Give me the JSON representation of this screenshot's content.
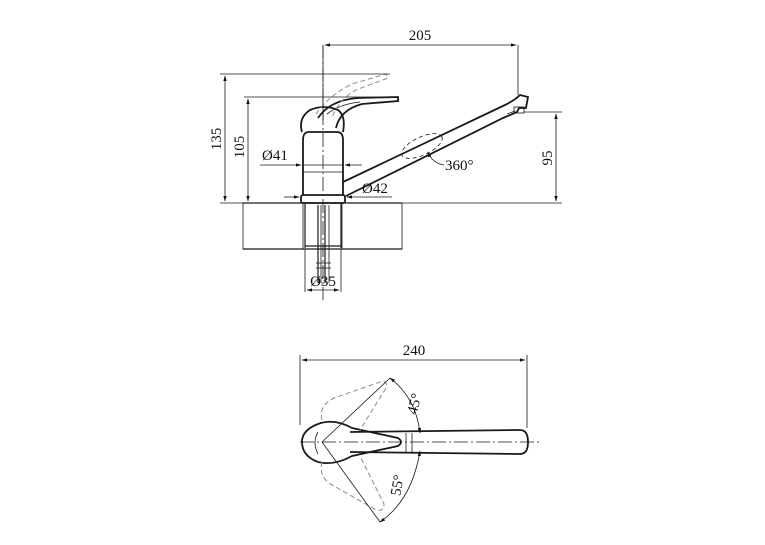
{
  "side_view": {
    "dim_spout_reach": "205",
    "dim_total_height": "135",
    "dim_body_height": "105",
    "dim_spout_height": "95",
    "dim_body_diameter": "Ø41",
    "dim_base_diameter": "Ø42",
    "dim_mount_diameter": "Ø35",
    "swivel_angle": "360°"
  },
  "top_view": {
    "dim_overall_length": "240",
    "lever_angle_up": "45°",
    "lever_angle_down": "55°"
  }
}
